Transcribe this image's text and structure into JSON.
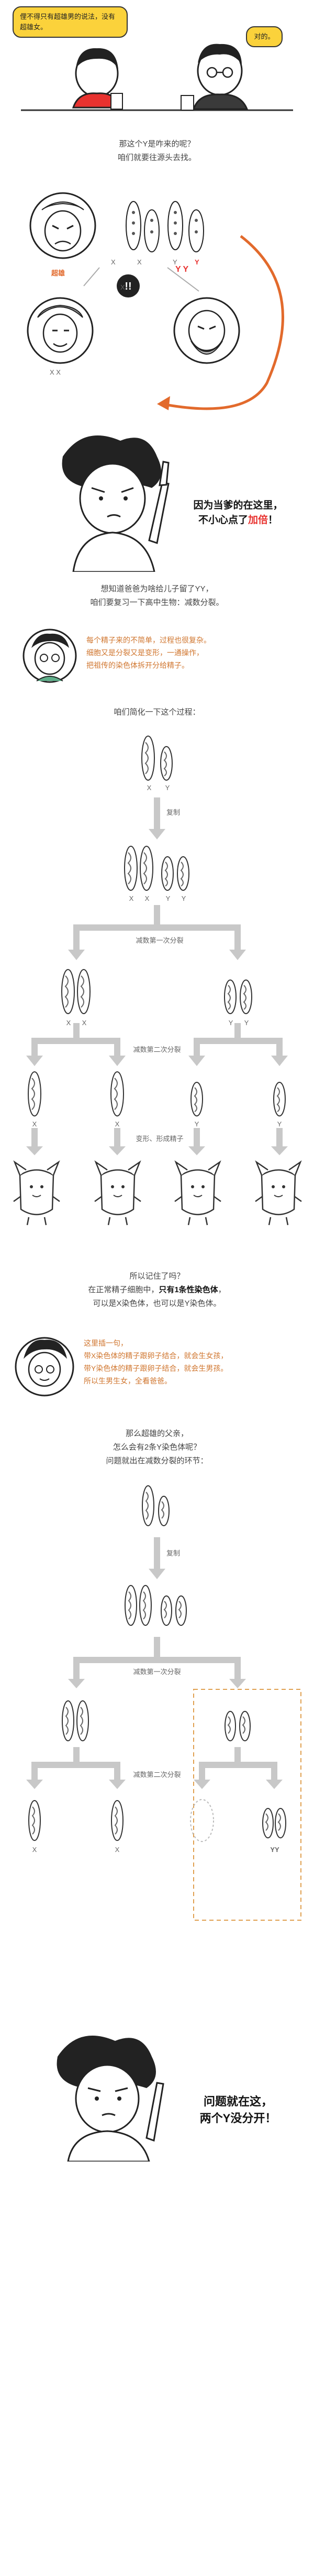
{
  "panel1": {
    "bubble_left": "俚不得只有超雄男的说法，没有超雄女。",
    "bubble_right": "对的。"
  },
  "panel2": {
    "line1": "那这个Y是咋来的呢？",
    "line2": "咱们就要往源头去找。",
    "label_supermale": "超雄",
    "label_xx": "X X",
    "label_x": "X",
    "label_yy": "Y Y",
    "gene_labels": [
      "X",
      "X",
      "Y",
      "Y"
    ]
  },
  "panel3": {
    "line1": "因为当爹的在这里，",
    "line2_prefix": "不小心点了",
    "line2_highlight": "加倍",
    "line2_suffix": "！"
  },
  "panel4": {
    "line1": "想知道爸爸为啥给儿子留了YY，",
    "line2": "咱们要复习一下高中生物：减数分裂。",
    "explain1": "每个精子来的不简单，过程也很复杂。",
    "explain2": "细胞又是分裂又是变形，一通操作，",
    "explain3": "把祖传的染色体拆开分给精子。"
  },
  "panel5": {
    "title": "咱们简化一下这个过程：",
    "labels_top": [
      "X",
      "Y"
    ],
    "step_copy": "复制",
    "labels_copied": [
      "X",
      "X",
      "Y",
      "Y"
    ],
    "step_meiosis1": "减数第一次分裂",
    "labels_m1": [
      "X",
      "X",
      "Y",
      "Y"
    ],
    "step_meiosis2": "减数第二次分裂",
    "labels_m2": [
      "X",
      "X",
      "Y",
      "Y"
    ],
    "step_transform": "变形、形成精子"
  },
  "panel6": {
    "line1": "所以记住了吗？",
    "line2_prefix": "在正常精子细胞中，",
    "line2_bold": "只有1条性染色体",
    "line2_suffix": "，",
    "line3": "可以是X染色体，也可以是Y染色体。",
    "explain1": "这里插一句，",
    "explain2": "带X染色体的精子跟卵子结合，就会生女孩，",
    "explain3": "带Y染色体的精子跟卵子结合，就会生男孩。",
    "explain4": "所以生男生女，全看爸爸。"
  },
  "panel7": {
    "line1": "那么超雄的父亲，",
    "line2": "怎么会有2条Y染色体呢？",
    "line3": "问题就出在减数分裂的环节：",
    "step_copy": "复制",
    "step_meiosis1": "减数第一次分裂",
    "step_meiosis2": "减数第二次分裂",
    "labels_m2": [
      "X",
      "X",
      "YY"
    ]
  },
  "panel8": {
    "line1": "问题就在这，",
    "line2": "两个Y没分开！"
  },
  "colors": {
    "bubble_yellow": "#fbd23b",
    "accent_red": "#e8322f",
    "accent_orange": "#e26a2c",
    "arrow_gray": "#c8c8c8"
  }
}
